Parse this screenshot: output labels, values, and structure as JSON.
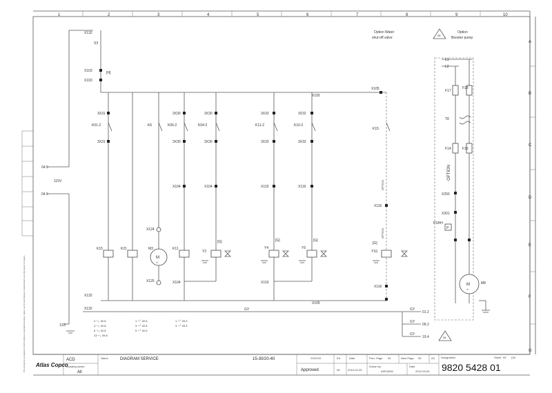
{
  "columns": [
    "1",
    "2",
    "3",
    "4",
    "5",
    "6",
    "7",
    "8",
    "9",
    "10"
  ],
  "rows": [
    "A",
    "B",
    "C",
    "D",
    "E",
    "F",
    "G"
  ],
  "notes": {
    "water": [
      "Option Water",
      "shut-off valve"
    ],
    "booster": [
      "Option",
      "Booster pump"
    ],
    "triangle_a": "08",
    "triangle_b": "08"
  },
  "labels": {
    "x132": "X132",
    "s3": "S3",
    "x103": "X103",
    "h": "[H]",
    "x105": "X105",
    "x31": "3X31",
    "k01": "K01-2",
    "k06": "K06-2",
    "k04": "K04-2",
    "k11": "K11-2",
    "k10": "K10-2",
    "k6": "K6",
    "x30": "3X30",
    "x32": "3X32",
    "x104": "X104",
    "x119": "X119",
    "x124": "X124",
    "x125": "X125",
    "x116": "X116",
    "k15": "K15",
    "k21": "K21",
    "m3": "M3",
    "k11c": "K11",
    "y2": "Y2",
    "y4": "Y4",
    "y5": "Y5",
    "ys1": "YS1",
    "g": "[G]",
    "v115": "115V",
    "x13": "1X3",
    "gy": "GY",
    "option": "OPTION",
    "l1": "L1",
    "l2": "L2",
    "f17": "F17",
    "f18": "F18",
    "t8": "T8",
    "f14": "F14",
    "f16": "F16",
    "x250": "X250",
    "x201": "X201",
    "pshh": "PSHH",
    "p": "P",
    "m8": "M8",
    "mm": "M",
    "tilde": "1~",
    "ref_a": "04.5",
    "ref_b": "04.5",
    "ref_c": "01.2",
    "ref_d": "09.2",
    "ref_e": "19.4"
  },
  "contacts": [
    "2 ─╮ 02.8",
    "4 ─╮ 02.8",
    "6 ─╮ 02.8",
    "13 ─╮ 05.8",
    "1 ─╯ 02.6",
    "3 ─╯ 02.6",
    "5 ─╯ 02.6",
    "1 ─╯ 03.3",
    "3 ─╯ 03.3"
  ],
  "title_block": {
    "company": "Atlas Copco",
    "acd": "ACD",
    "drawing_owner_label": "Drawing owner",
    "drawing_owner": "All",
    "name_label": "Name",
    "name": "DIAGRAM SERVICE",
    "model": "15-30/20-40",
    "status_label": "STATUS",
    "status": "Approved",
    "ed_label": "Ed.",
    "ed": "08",
    "date_label": "Date",
    "date": "2010-02-25",
    "prev_page_label": "Prev. Page",
    "prev_page": "04",
    "next_page_label": "Next Page",
    "next_page": "06",
    "a3": "A3",
    "drawn_by_label": "Drawn by",
    "drawn_by": "AIR15050",
    "date2_label": "Date",
    "date2": "2010-09-09",
    "designation_label": "Designation",
    "designation": "9820 5428 01",
    "sheet_label": "Sheet",
    "sheet": "05",
    "sheet_total": "(18"
  },
  "disclaimer": "This document is our property and shall not without our permission be altered, copied, used for manufacturing or communicated to any other person or company."
}
